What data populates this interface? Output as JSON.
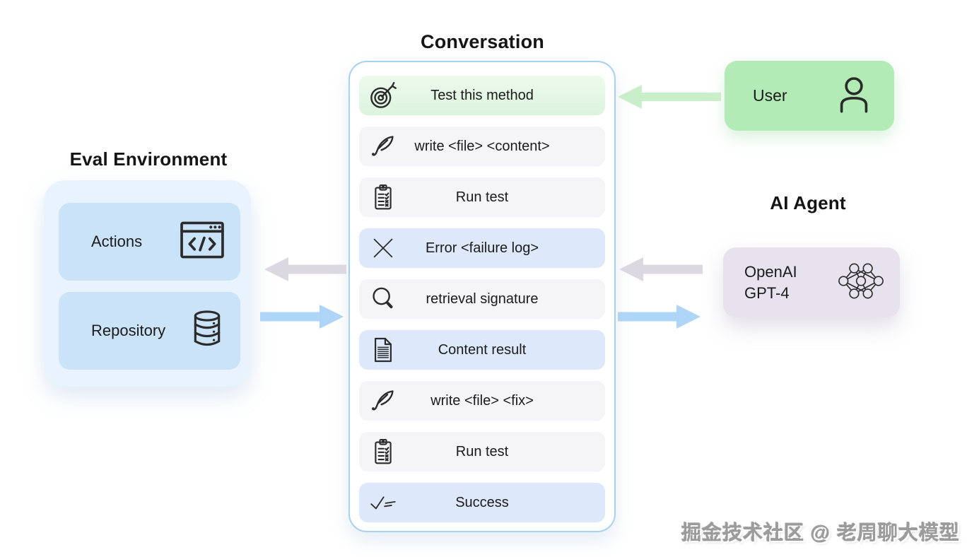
{
  "conversation": {
    "title": "Conversation",
    "messages": [
      {
        "icon": "target-icon",
        "label": "Test this method",
        "variant": "green"
      },
      {
        "icon": "feather-icon",
        "label": "write <file> <content>",
        "variant": "gray"
      },
      {
        "icon": "clipboard-icon",
        "label": "Run test",
        "variant": "gray"
      },
      {
        "icon": "x-icon",
        "label": "Error <failure log>",
        "variant": "blue"
      },
      {
        "icon": "magnifier-icon",
        "label": "retrieval signature",
        "variant": "gray"
      },
      {
        "icon": "document-icon",
        "label": "Content result",
        "variant": "blue"
      },
      {
        "icon": "feather-icon",
        "label": "write <file> <fix>",
        "variant": "gray"
      },
      {
        "icon": "clipboard-icon",
        "label": "Run test",
        "variant": "gray"
      },
      {
        "icon": "check-lines-icon",
        "label": "Success",
        "variant": "blue"
      }
    ]
  },
  "eval_environment": {
    "title": "Eval Environment",
    "boxes": [
      {
        "icon": "code-window-icon",
        "label": "Actions"
      },
      {
        "icon": "database-icon",
        "label": "Repository"
      }
    ]
  },
  "user": {
    "label": "User",
    "icon": "person-icon"
  },
  "ai_agent": {
    "title": "AI Agent",
    "box": {
      "label_line1": "OpenAI",
      "label_line2": "GPT-4",
      "icon": "neural-network-icon"
    }
  },
  "arrows": [
    {
      "name": "user-to-conversation",
      "direction": "left",
      "color": "#c9efca"
    },
    {
      "name": "conversation-to-actions",
      "direction": "left",
      "color": "#dcd8e1"
    },
    {
      "name": "repository-to-conversation",
      "direction": "right",
      "color": "#aed5f7"
    },
    {
      "name": "agent-to-conversation",
      "direction": "left",
      "color": "#dcd8e1"
    },
    {
      "name": "conversation-to-agent",
      "direction": "right",
      "color": "#aed5f7"
    }
  ],
  "colors": {
    "row_green": "#e4f7e5",
    "row_gray": "#f5f4f6",
    "row_blue": "#dde9fb",
    "panel_border": "#a7d1ec",
    "eval_container": "#e9f3fd",
    "eval_box": "#cbe3f8",
    "user_box": "#b2ebb6",
    "agent_box": "#e7e2ee",
    "arrow_green": "#c9efca",
    "arrow_gray": "#dcd8e1",
    "arrow_blue": "#aed5f7"
  },
  "watermark": "掘金技术社区 @ 老周聊大模型"
}
